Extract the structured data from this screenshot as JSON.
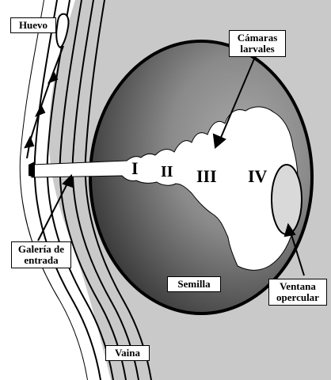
{
  "labels": {
    "huevo": "Huevo",
    "camaras": "Cámaras larvales",
    "galeria": "Galería de entrada",
    "semilla": "Semilla",
    "ventana": "Ventana opercular",
    "vaina": "Vaina"
  },
  "stages": [
    "I",
    "II",
    "III",
    "IV"
  ],
  "colors": {
    "background": "#c9c9c9",
    "pod_band": "#c9c9c9",
    "seed_dark": "#3a3a3a",
    "seed_light": "#9a9a9a",
    "chamber": "#ffffff",
    "window": "#d9d9d9"
  }
}
